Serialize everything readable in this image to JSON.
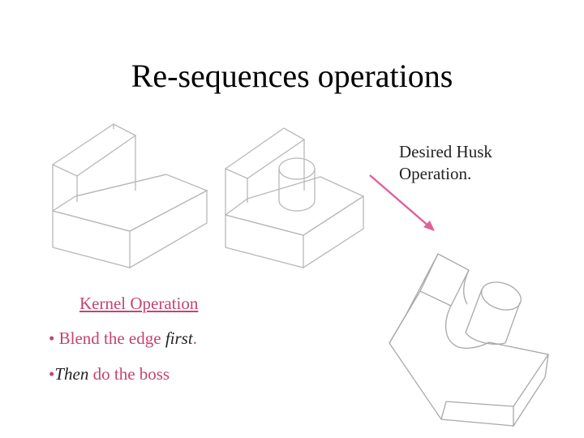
{
  "slide": {
    "title": "Re-sequences operations",
    "caption_line1": "Desired Husk",
    "caption_line2": "Operation.",
    "kernel_heading": "Kernel Operation",
    "bullets": [
      {
        "marker": "•",
        "pre": "Blend the edge ",
        "emph": "first",
        "post": "."
      },
      {
        "marker": "•",
        "emph": "Then",
        "post": " do the boss"
      }
    ]
  },
  "colors": {
    "accent": "#c4446f",
    "arrow": "#e0609a",
    "edge": "#b8b8b8"
  },
  "figures": [
    "l-block",
    "l-block-with-boss",
    "husk-blended-block"
  ]
}
